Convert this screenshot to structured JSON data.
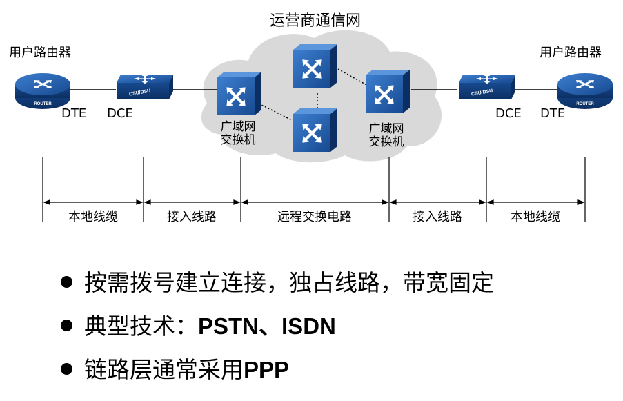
{
  "cloud_title": "运营商通信网",
  "left_router_title": "用户路由器",
  "right_router_title": "用户路由器",
  "router_badge": "ROUTER",
  "csu_badge": "CSU/DSU",
  "left_dte": "DTE",
  "left_dce": "DCE",
  "right_dce": "DCE",
  "right_dte": "DTE",
  "wan_switch_left": [
    "广域网",
    "交换机"
  ],
  "wan_switch_right": [
    "广域网",
    "交换机"
  ],
  "segments": [
    "本地线缆",
    "接入线路",
    "远程交换电路",
    "接入线路",
    "本地线缆"
  ],
  "bullets": [
    {
      "text": "按需拨号建立连接，独占线路，带宽固定",
      "bold": ""
    },
    {
      "text": "典型技术：",
      "bold": "PSTN、ISDN"
    },
    {
      "text": "链路层通常采用",
      "bold": "PPP"
    }
  ],
  "colors": {
    "device_blue": "#1f5aa8",
    "cloud": "#d9d9d9",
    "line": "#000000"
  },
  "icons": [
    "router-icon",
    "csu-dsu-icon",
    "wan-switch-icon"
  ]
}
